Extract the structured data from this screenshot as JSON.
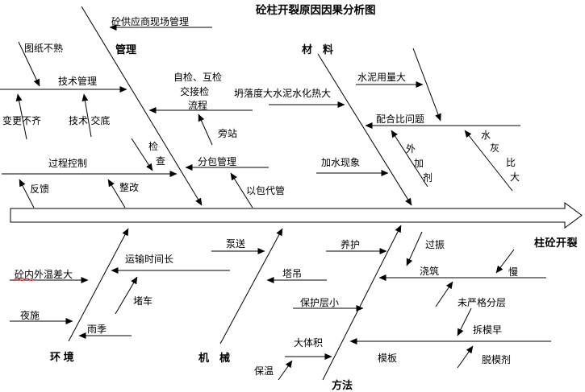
{
  "title": "砼柱开裂原因因果分析图",
  "effect": "柱砼开裂",
  "diagram_type": "fishbone-cause-effect",
  "colors": {
    "ink": "#000000",
    "background": "#ffffff",
    "spellcheck_underline": "#ff0000"
  },
  "branches": {
    "management": {
      "label": "管理",
      "supplier_site_mgmt": "砼供应商现场管理",
      "drawing_unfamiliar": "图纸不熟",
      "tech_mgmt": "技术管理",
      "change_incomplete": "变更不齐",
      "tech_disclosure": "技术 交底",
      "process_control": "过程控制",
      "feedback": "反馈",
      "rectification": "整改",
      "inspection_chars": [
        "检",
        "查"
      ],
      "check_flow_lines": [
        "自检、互检",
        "交接检",
        "流程"
      ],
      "side_supervision": "旁站",
      "subcontract_mgmt": "分包管理",
      "manage_by_subcontract": "以包代管"
    },
    "material": {
      "label": "材　料",
      "slump_hydration": "坍落度大水泥水化热大",
      "cement_dosage": "水泥用量大",
      "mix_ratio_problem": "配合比问题",
      "admixture_chars": [
        "外",
        "加",
        "剂"
      ],
      "water_cement_ratio_chars": [
        "水",
        "灰",
        "比",
        "大"
      ],
      "water_adding": "加水现象"
    },
    "environment": {
      "label": "环 境",
      "temp_difference": "砼内外温差大",
      "night_construction": "夜施",
      "rainy_season": "雨季",
      "transport_time_long": "运输时间长",
      "traffic_jam": "堵车"
    },
    "machinery": {
      "label": "机　械",
      "pumping": "泵送",
      "tower_crane": "塔吊"
    },
    "method": {
      "label": "方法",
      "curing": "养护",
      "over_vibration": "过振",
      "pouring": "浇筑",
      "slow": "慢",
      "no_strict_layering": "未严格分层",
      "protective_cover_small": "保护层小",
      "mass_concrete": "大体积",
      "insulation": "保温",
      "formwork": "模板",
      "early_form_removal": "拆模早",
      "release_agent": "脱模剂"
    }
  }
}
